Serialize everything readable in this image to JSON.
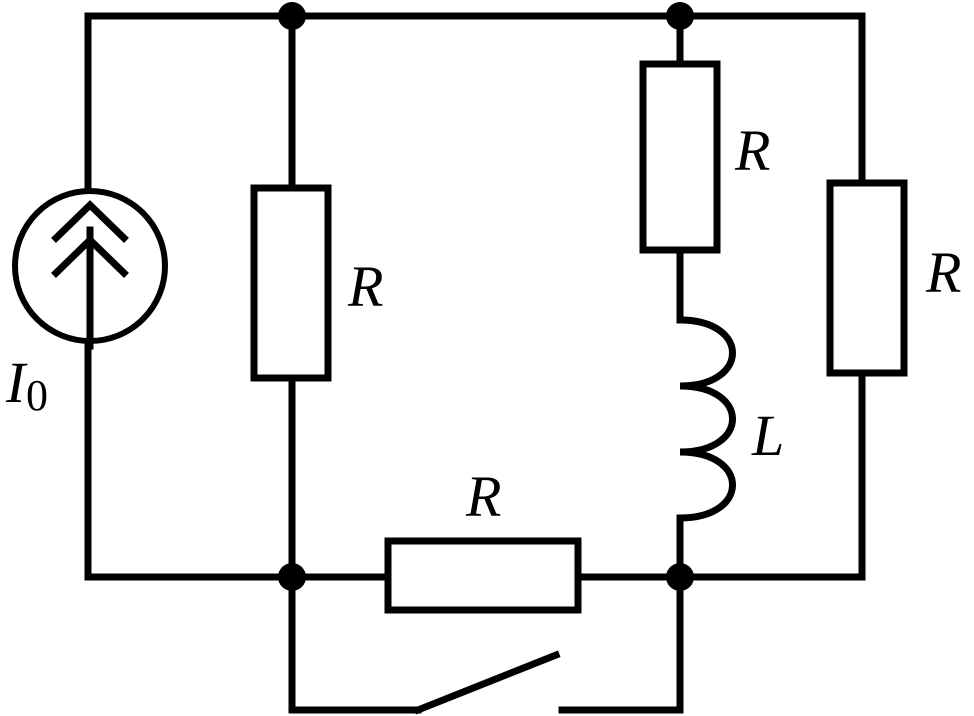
{
  "labels": {
    "r_middle": "R",
    "r_upper_right": "R",
    "r_far_right": "R",
    "r_bottom": "R",
    "inductor": "L",
    "source_symbol": "I",
    "source_subscript": "0"
  },
  "components": {
    "current_source_icon": "current-source",
    "switch_state": "open"
  },
  "colors": {
    "ink": "#000000",
    "background": "#ffffff"
  }
}
